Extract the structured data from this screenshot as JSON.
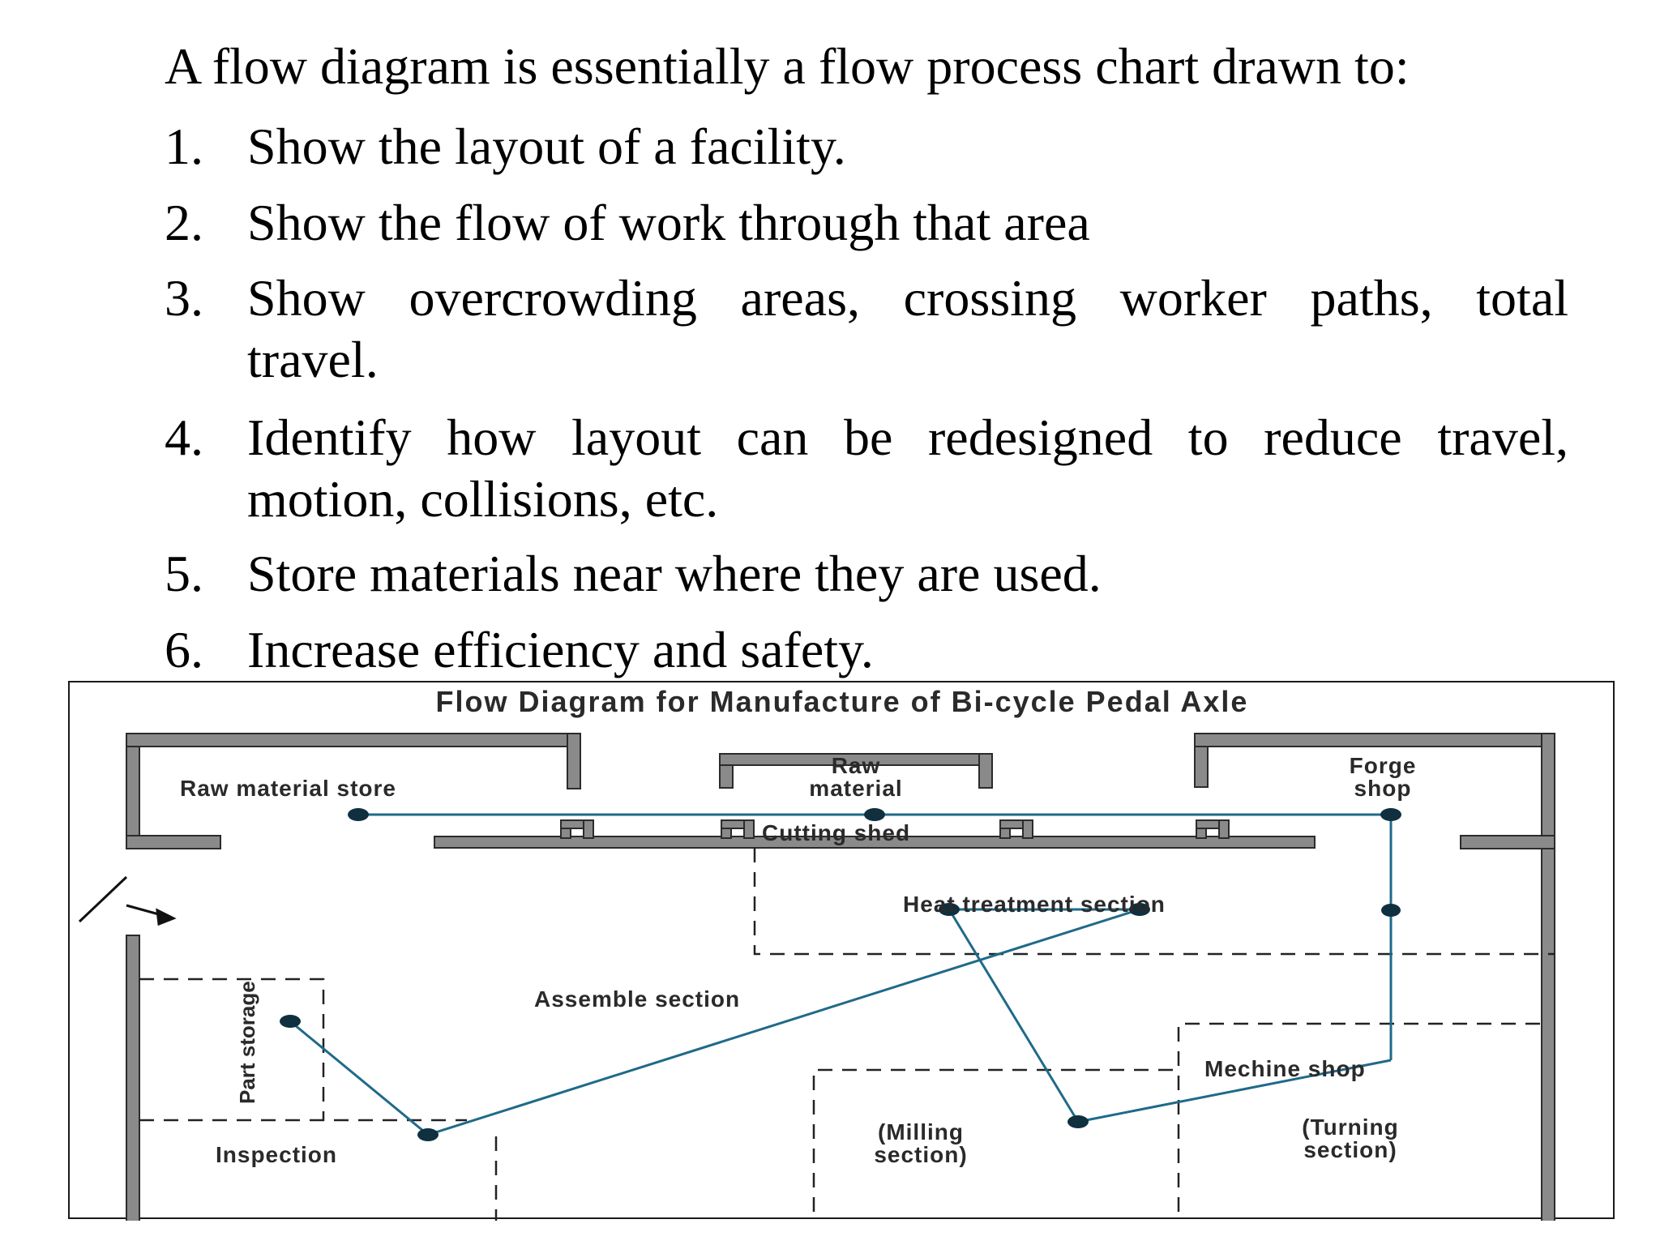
{
  "intro": "A flow diagram is essentially a flow process chart drawn to:",
  "items": [
    {
      "num": "1.",
      "lines": [
        "Show the layout of a facility."
      ]
    },
    {
      "num": "2.",
      "lines": [
        "Show the flow of work through that area"
      ]
    },
    {
      "num": "3.",
      "lines": [
        "Show overcrowding areas, crossing worker paths, total",
        "travel."
      ]
    },
    {
      "num": "4.",
      "lines": [
        "Identify how layout can be redesigned to reduce travel,",
        "motion, collisions, etc."
      ]
    },
    {
      "num": "5.",
      "lines": [
        "Store materials near where they are used."
      ]
    },
    {
      "num": "6.",
      "lines": [
        "Increase efficiency and safety."
      ]
    }
  ],
  "diagram": {
    "title": "Flow Diagram for Manufacture of Bi-cycle Pedal Axle",
    "labels": {
      "raw_material_store": "Raw material store",
      "raw_material_1": "Raw",
      "raw_material_2": "material",
      "forge_shop_1": "Forge",
      "forge_shop_2": "shop",
      "cutting_shed": "Cutting shed",
      "heat_treatment": "Heat treatment section",
      "assemble": "Assemble section",
      "part_storage": "Part storage",
      "mechine_shop": "Mechine shop",
      "milling_1": "(Milling",
      "milling_2": "section)",
      "turning_1": "(Turning",
      "turning_2": "section)",
      "inspection": "Inspection"
    },
    "colors": {
      "flow_line": "#1f6a8a",
      "node": "#10303f",
      "wall": "#8a8a8a",
      "wall_edge": "#2b2b2b"
    }
  }
}
